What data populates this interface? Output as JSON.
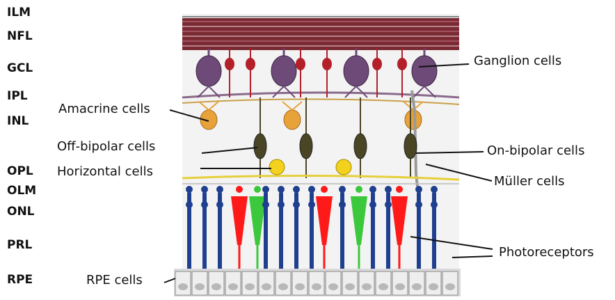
{
  "layers": {
    "ilm": "ILM",
    "nfl": "NFL",
    "gcl": "GCL",
    "ipl": "IPL",
    "inl": "INL",
    "opl": "OPL",
    "olm": "OLM",
    "onl": "ONL",
    "prl": "PRL",
    "rpe": "RPE"
  },
  "labels": {
    "ganglion": "Ganglion cells",
    "amacrine": "Amacrine cells",
    "off_bipolar": "Off-bipolar cells",
    "horizontal": "Horizontal cells",
    "on_bipolar": "On-bipolar cells",
    "muller": "Müller cells",
    "photoreceptors": "Photoreceptors",
    "rpe_cells": "RPE cells"
  },
  "colors": {
    "nerve_fiber": "#7a2a33",
    "ganglion_cell": "#6e4a78",
    "red_cell": "#b3202a",
    "amacrine": "#e8a23a",
    "bipolar": "#4a4524",
    "horizontal": "#f2d21c",
    "rod": "#1f3f8f",
    "red_cone": "#ff1a1a",
    "green_cone": "#3cc83c",
    "rpe": "#d9d9d9"
  }
}
